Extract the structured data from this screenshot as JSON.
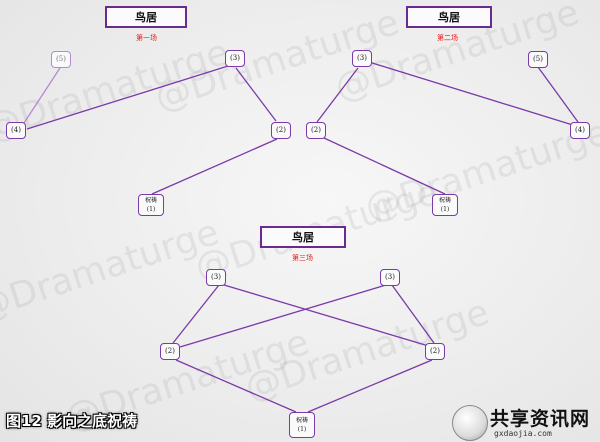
{
  "watermark_text": "@Dramaturge",
  "scenes": [
    {
      "title": "鸟居",
      "subtitle": "第一场",
      "nodes": [
        "(5)",
        "(3)",
        "(4)",
        "(2)",
        "祝祷",
        "(1)"
      ]
    },
    {
      "title": "鸟居",
      "subtitle": "第二场",
      "nodes": [
        "(3)",
        "(5)",
        "(2)",
        "(4)",
        "祝祷",
        "(1)"
      ]
    },
    {
      "title": "鸟居",
      "subtitle": "第三场",
      "nodes": [
        "(3)",
        "(3)",
        "(2)",
        "(2)",
        "祝祷",
        "(1)"
      ]
    }
  ],
  "caption": "图12 影向之底祝祷",
  "logo": {
    "name": "共享资讯网",
    "url": "gxdaojia.com"
  },
  "colors": {
    "line": "#7a3aa8",
    "accent": "#6a2a8f",
    "subtitle": "#e21b1b"
  }
}
